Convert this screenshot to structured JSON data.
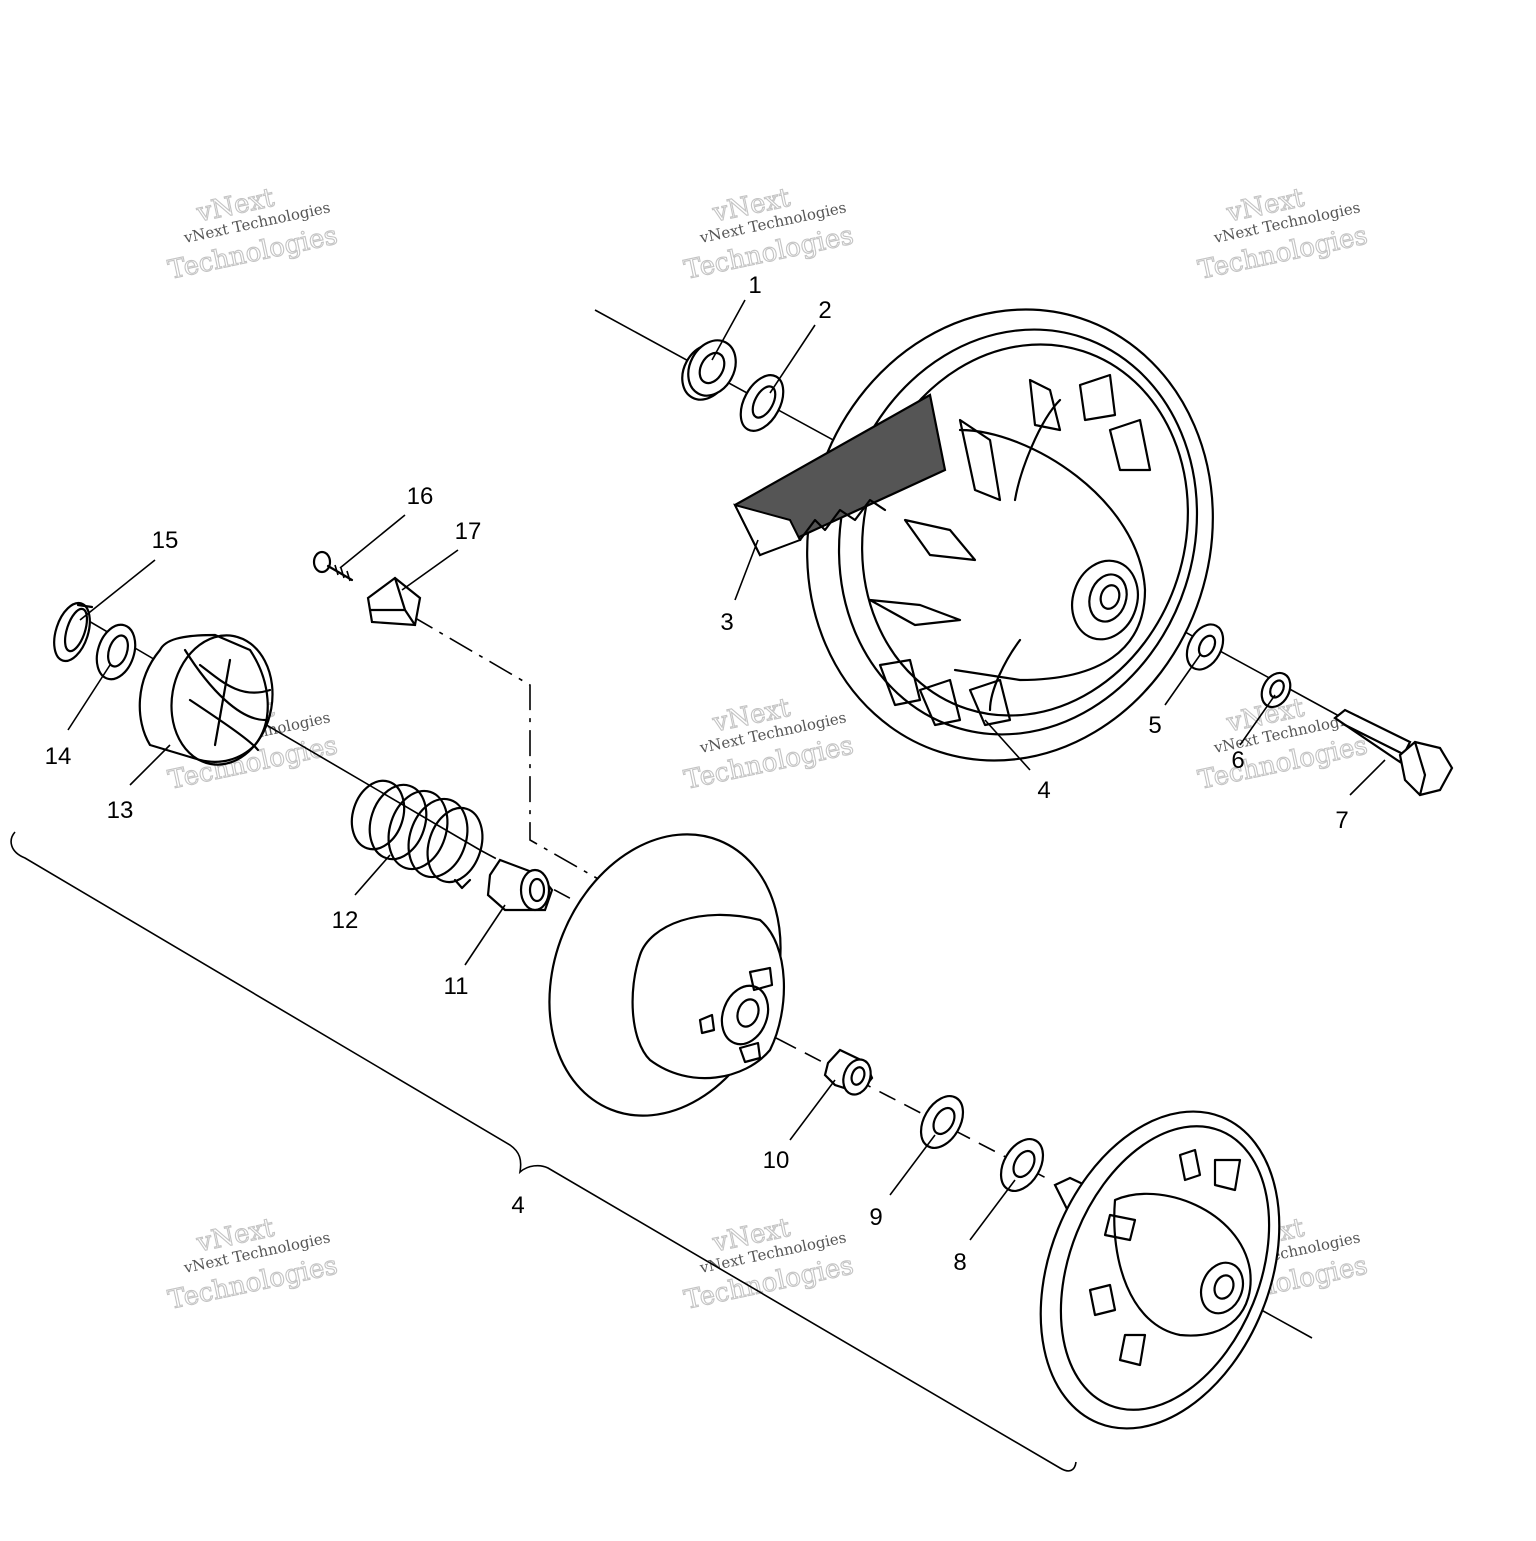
{
  "watermark": {
    "brand_top": "vNext",
    "brand_bottom": "Technologies",
    "caption": "vNext Technologies"
  },
  "callouts": {
    "c1": "1",
    "c2": "2",
    "c3": "3",
    "c4": "4",
    "c5": "5",
    "c6": "6",
    "c7": "7",
    "c8": "8",
    "c9": "9",
    "c10": "10",
    "c11": "11",
    "c12": "12",
    "c13": "13",
    "c14": "14",
    "c15": "15",
    "c16": "16",
    "c17": "17",
    "assembly": "4"
  }
}
